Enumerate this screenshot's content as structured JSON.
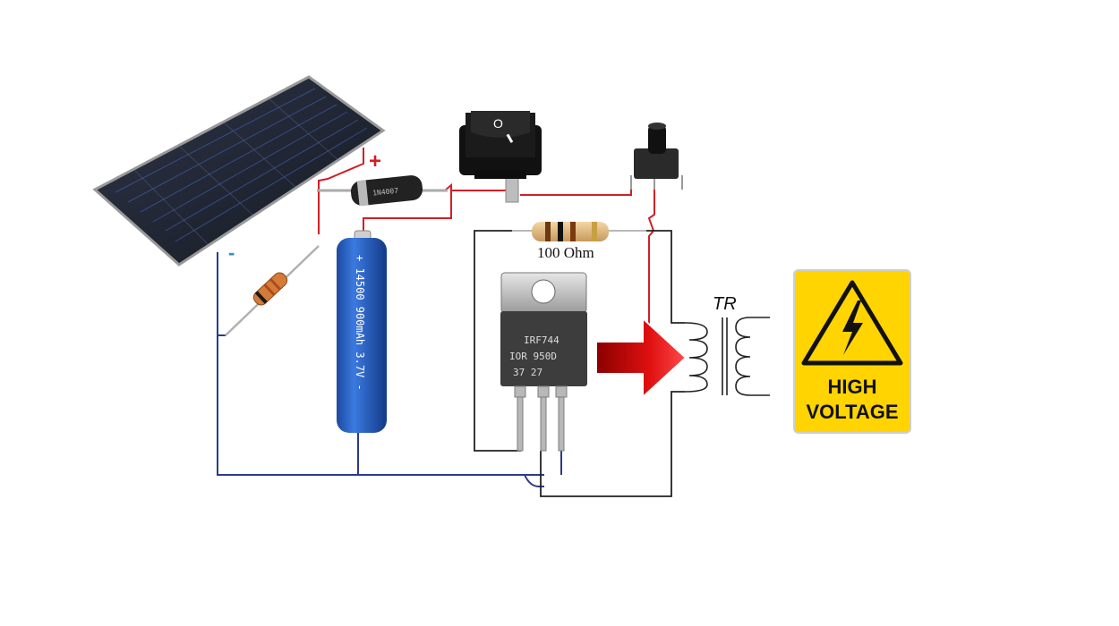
{
  "diagram": {
    "polarity_plus": "+",
    "polarity_minus": "-",
    "diode_marking": "1N4007",
    "battery_text": "+ 14500 900mAh 3.7V -",
    "resistor_label": "100 Ohm",
    "mosfet_text_line1": "IRF744",
    "mosfet_text_line2": "IOR 950D",
    "mosfet_text_line3": "37 27",
    "transformer_label": "TR",
    "warning_line1": "HIGH",
    "warning_line2": "VOLTAGE",
    "colors": {
      "positive_wire": "#d21f26",
      "negative_wire": "#2b3a8f",
      "neutral_wire": "#222222",
      "warning_yellow": "#ffd400",
      "battery_blue": "#1f5bbf",
      "arrow_red": "#e01010"
    },
    "icons": {
      "solar_panel": "solar-panel-icon",
      "rocker_switch": "rocker-switch-icon",
      "push_button": "push-button-icon",
      "high_voltage": "lightning-bolt-icon"
    }
  }
}
